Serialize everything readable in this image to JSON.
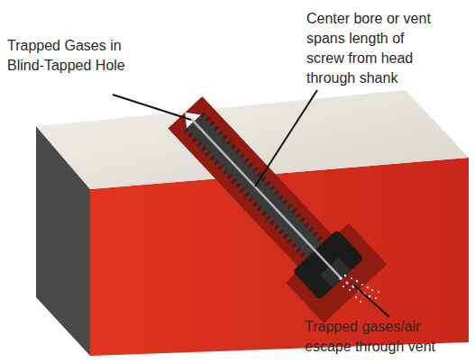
{
  "diagram": {
    "labels": [
      "Trapped Gases in Blind-Tapped Hole",
      "Center bore or vent spans length of screw from head through shank",
      "Trapped gases/air escape through vent"
    ]
  }
}
